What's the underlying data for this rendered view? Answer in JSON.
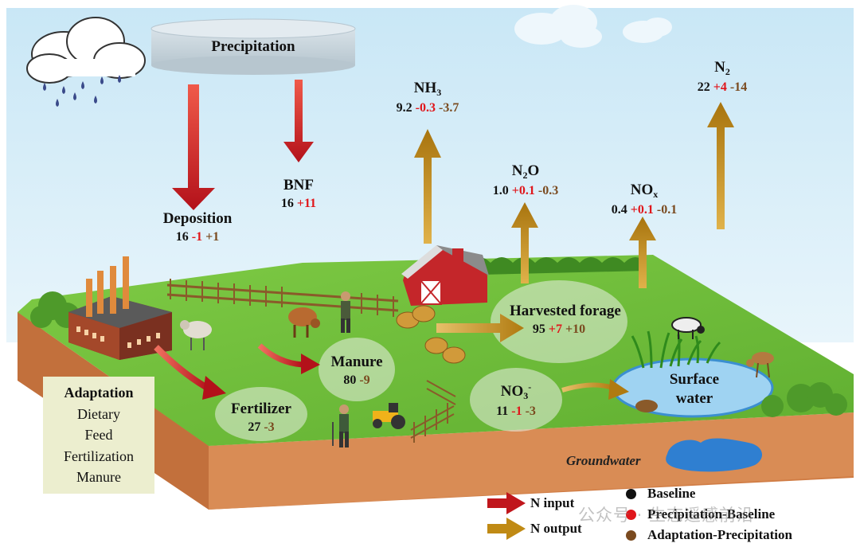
{
  "precipitation": {
    "label": "Precipitation"
  },
  "flows": {
    "deposition": {
      "label": "Deposition",
      "baseline": "16",
      "precip": "-1",
      "adapt": "+1"
    },
    "bnf": {
      "label": "BNF",
      "baseline": "16",
      "precip": "+11"
    },
    "nh3": {
      "label_main": "NH",
      "label_sub": "3",
      "baseline": "9.2",
      "precip": "-0.3",
      "adapt": "-3.7"
    },
    "n2o": {
      "label_a": "N",
      "label_sub": "2",
      "label_b": "O",
      "baseline": "1.0",
      "precip": "+0.1",
      "adapt": "-0.3"
    },
    "nox": {
      "label_main": "NO",
      "label_sub": "x",
      "baseline": "0.4",
      "precip": "+0.1",
      "adapt": "-0.1"
    },
    "n2": {
      "label_main": "N",
      "label_sub": "2",
      "baseline": "22",
      "precip": "+4",
      "adapt": "-14"
    },
    "forage": {
      "label": "Harvested forage",
      "baseline": "95",
      "precip": "+7",
      "adapt": "+10"
    },
    "manure": {
      "label": "Manure",
      "baseline": "80",
      "adapt": "-9"
    },
    "fertilizer": {
      "label": "Fertilizer",
      "baseline": "27",
      "adapt": "-3"
    },
    "no3": {
      "label_main": "NO",
      "label_sub": "3",
      "label_sup": "-",
      "baseline": "11",
      "precip": "-1",
      "adapt": "-3"
    }
  },
  "surface_water": {
    "line1": "Surface",
    "line2": "water"
  },
  "groundwater": {
    "label": "Groundwater"
  },
  "adaptation": {
    "title": "Adaptation",
    "items": [
      "Dietary",
      "Feed",
      "Fertilization",
      "Manure"
    ]
  },
  "legend": {
    "n_input": "N input",
    "n_output": "N output",
    "baseline": "Baseline",
    "precip_baseline": "Precipitation-Baseline",
    "adapt_precip": "Adaptation-Precipitation"
  },
  "colors": {
    "input_arrow": "#c0161c",
    "output_arrow": "#c08a14",
    "baseline": "#111111",
    "precip_baseline": "#e0161b",
    "adapt_precip": "#7a4a1f",
    "grass": "#6fbf3a",
    "soil": "#d98c55",
    "sky": "#d3ecf7"
  },
  "watermark": "公众号 · 生态遥感前沿"
}
